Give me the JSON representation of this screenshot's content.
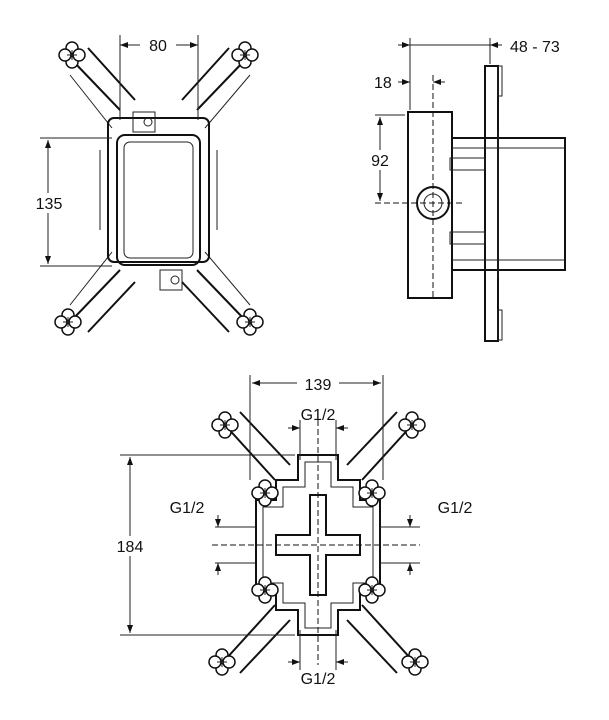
{
  "dimensions": {
    "front_width": "80",
    "front_height": "135",
    "side_depth": "48 - 73",
    "side_offset": "18",
    "side_height": "92",
    "bottom_width": "139",
    "bottom_height": "184",
    "thread_top": "G1/2",
    "thread_left": "G1/2",
    "thread_right": "G1/2",
    "thread_bottom": "G1/2"
  }
}
